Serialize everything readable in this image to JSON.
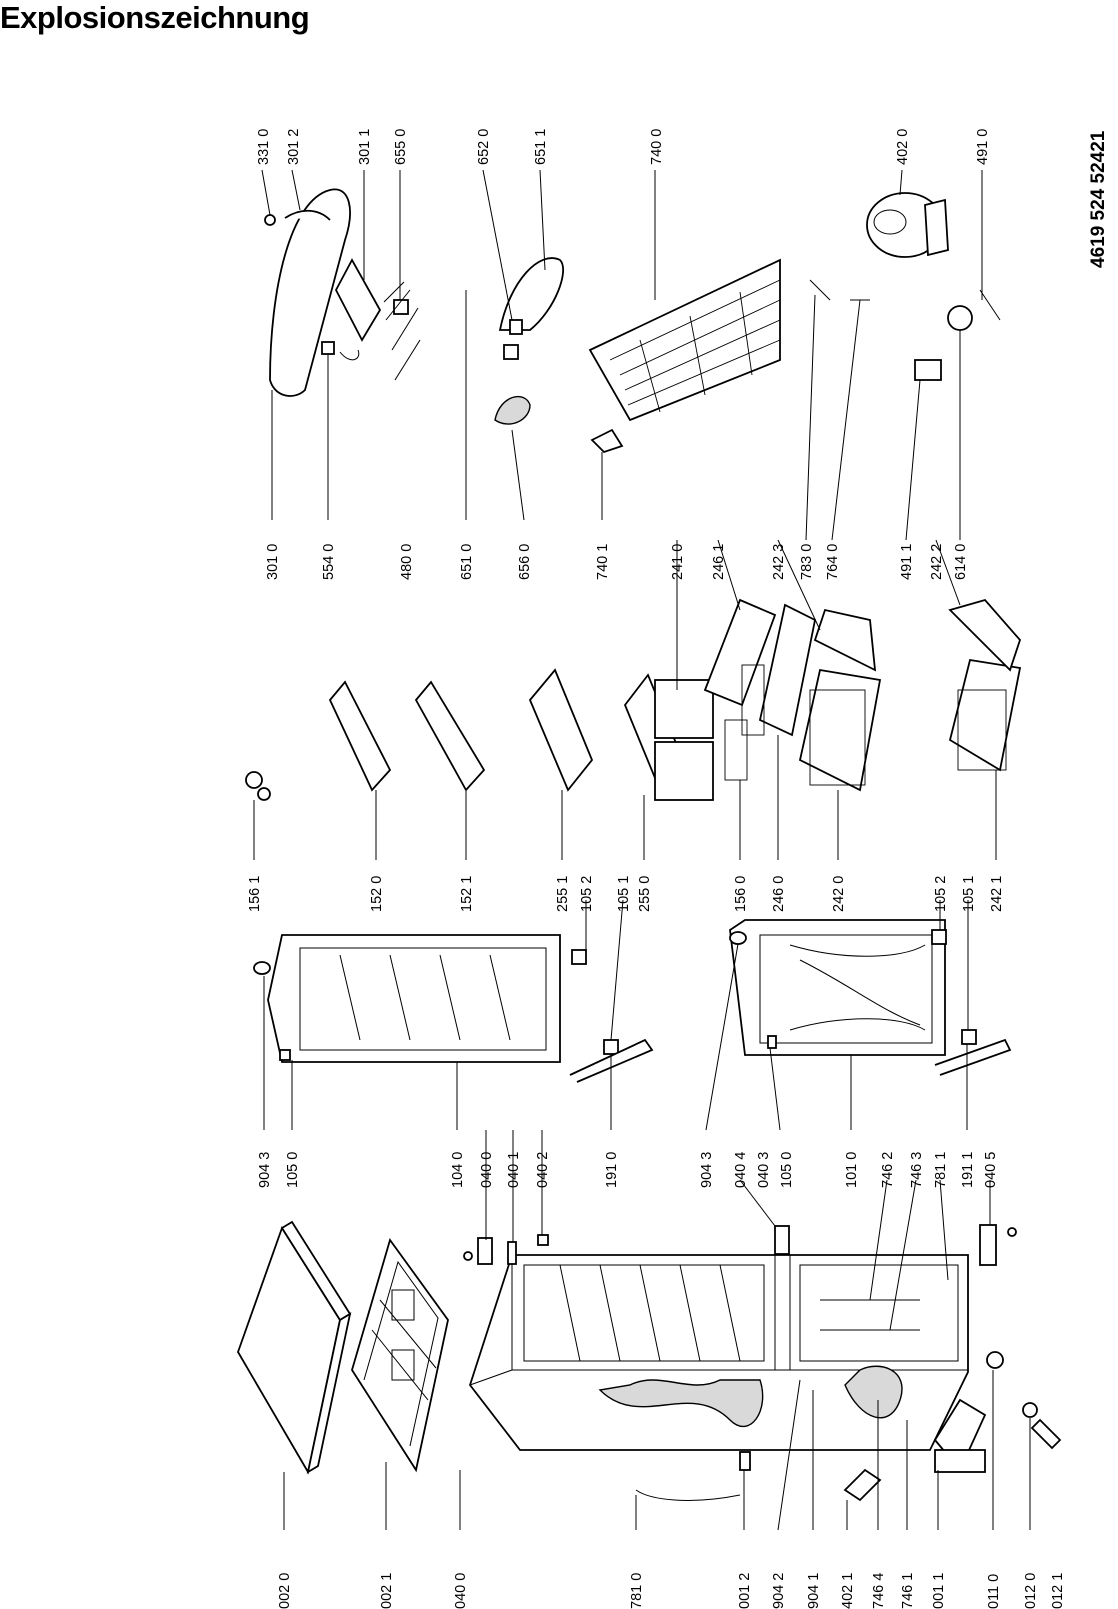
{
  "page": {
    "title": "Explosionszeichnung",
    "document_number": "4619 524 52421"
  },
  "part_labels": {
    "bottom_row": [
      "002 0",
      "002 1",
      "040 0",
      "781 0",
      "001 2",
      "904 2",
      "904 1",
      "402 1",
      "746 4",
      "746 1",
      "001 1",
      "011 0",
      "012 0",
      "012 1"
    ],
    "door_row": [
      "904 3",
      "105 0",
      "104 0",
      "040 0",
      "040 1",
      "040 2",
      "191 0",
      "904 3",
      "040 4",
      "040 3",
      "105 0",
      "101 0",
      "746 2",
      "746 3",
      "781 1",
      "191 1",
      "040 5"
    ],
    "shelf_row": [
      "156 1",
      "152 0",
      "152 1",
      "255 1",
      "105 2",
      "105 1",
      "255 0",
      "156 0",
      "246 0",
      "242 0",
      "105 2",
      "105 1",
      "242 1"
    ],
    "basket_top_row": [
      "241 0",
      "246 1",
      "242 3",
      "783 0",
      "764 0",
      "491 1",
      "242 2",
      "614 0"
    ],
    "upper_bottom_row": [
      "301 0",
      "554 0",
      "480 0",
      "651 0",
      "656 0",
      "740 1"
    ],
    "top_row": [
      "331 0",
      "301 2",
      "301 1",
      "655 0",
      "652 0",
      "651 1",
      "740 0",
      "402 0",
      "491 0"
    ]
  }
}
